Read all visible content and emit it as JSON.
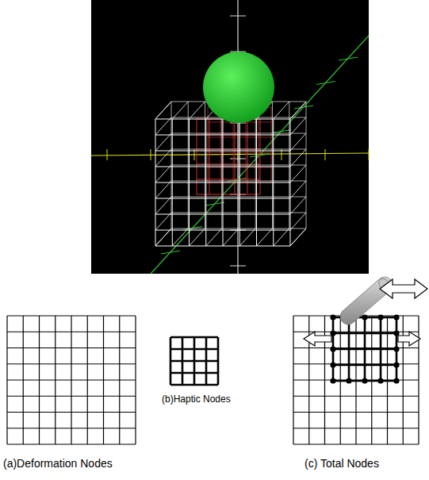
{
  "diagram": {
    "labels": [
      "(a)Deformation Nodes",
      "(b)Haptic Nodes",
      "(c) Total Nodes"
    ]
  }
}
